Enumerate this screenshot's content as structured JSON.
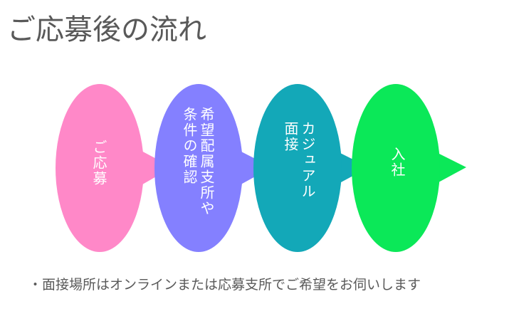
{
  "title": "ご応募後の流れ",
  "steps": [
    {
      "lines": [
        "ご",
        "応",
        "募"
      ],
      "color": "#ff88c8"
    },
    {
      "lines": [
        "希望配属支所や",
        "条件の確認"
      ],
      "color": "#8480ff"
    },
    {
      "lines": [
        "カジュアル",
        "面接"
      ],
      "color": "#13a8b8"
    },
    {
      "lines": [
        "入",
        "社"
      ],
      "color": "#0be858"
    }
  ],
  "note": "・面接場所はオンラインまたは応募支所でご希望をお伺いします"
}
